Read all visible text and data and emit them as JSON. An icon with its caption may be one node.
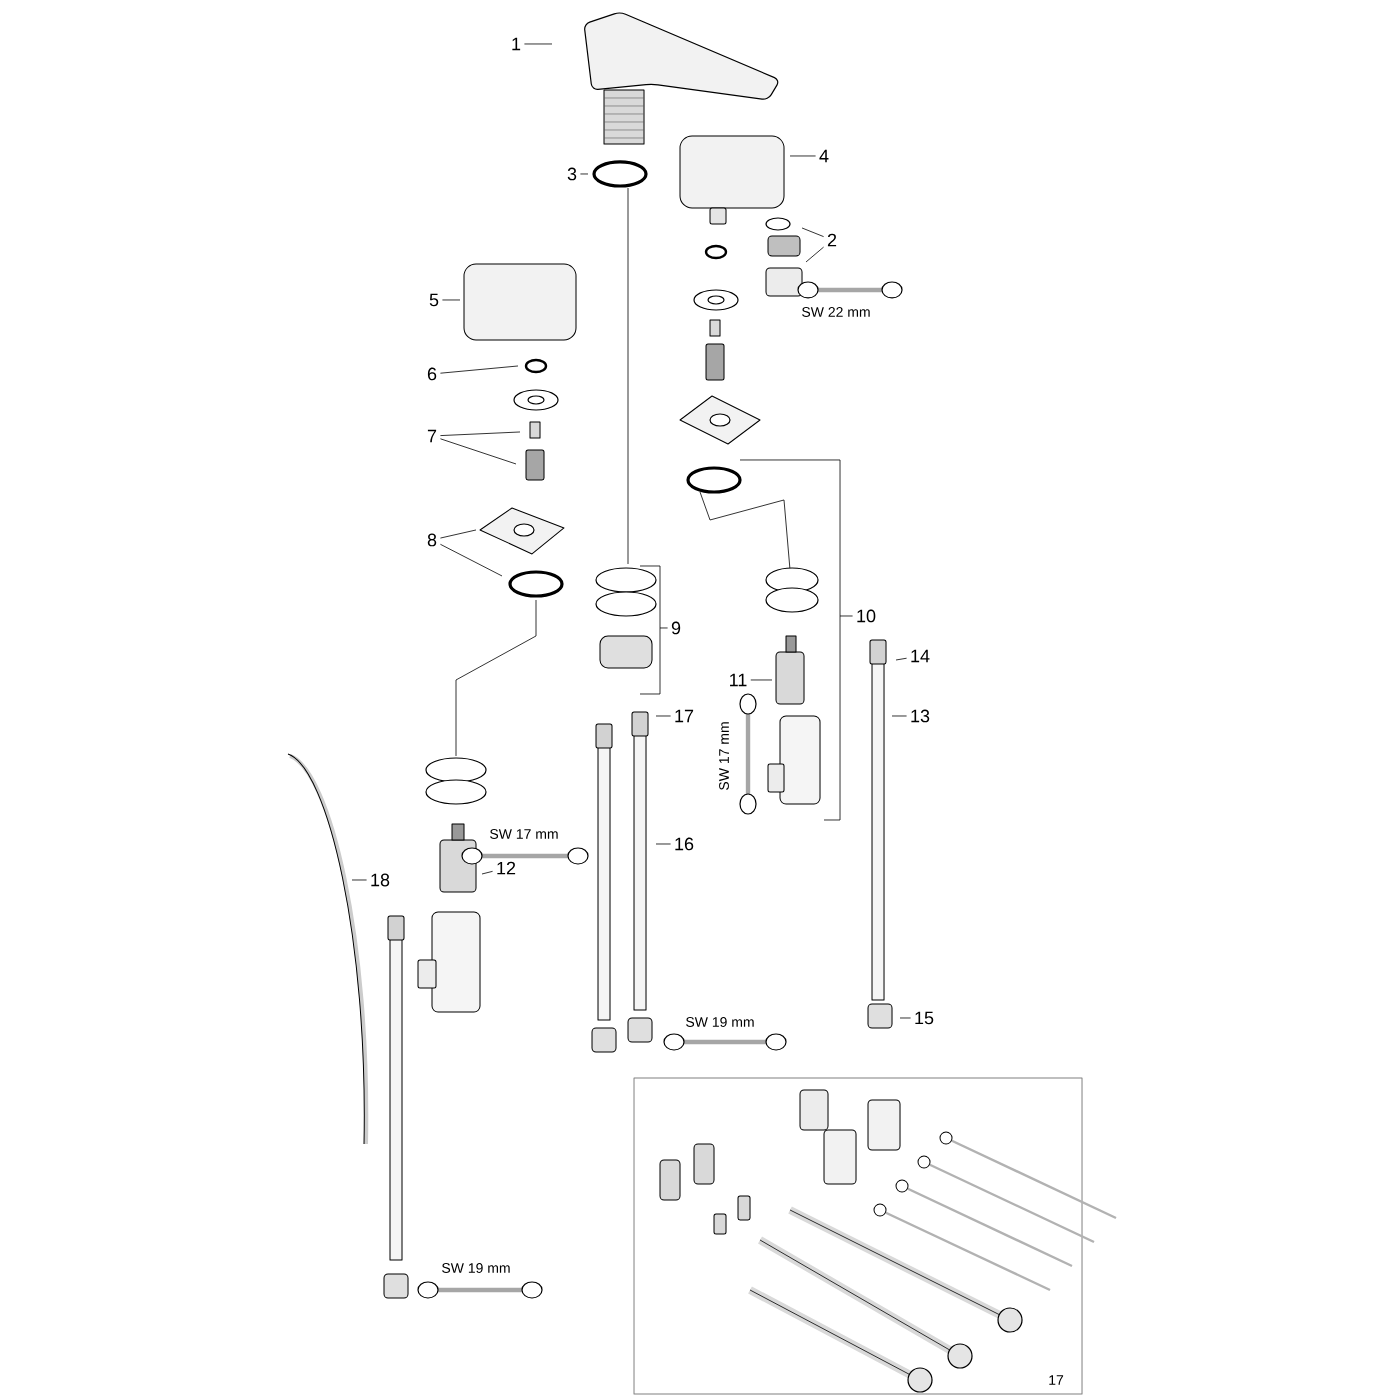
{
  "diagram": {
    "nodes": [
      {
        "text": [
          "1"
        ]
      },
      {
        "text": [
          "2"
        ]
      },
      {
        "text": [
          "3"
        ]
      },
      {
        "text": [
          "4"
        ]
      },
      {
        "text": [
          "5"
        ]
      },
      {
        "text": [
          "6"
        ]
      },
      {
        "text": [
          "7"
        ]
      },
      {
        "text": [
          "8"
        ]
      },
      {
        "text": [
          "9"
        ]
      },
      {
        "text": [
          "10"
        ]
      },
      {
        "text": [
          "11"
        ]
      },
      {
        "text": [
          "12"
        ]
      },
      {
        "text": [
          "13"
        ]
      },
      {
        "text": [
          "14"
        ]
      },
      {
        "text": [
          "15"
        ]
      },
      {
        "text": [
          "16"
        ]
      },
      {
        "text": [
          "17"
        ]
      },
      {
        "text": [
          "18"
        ]
      }
    ],
    "edges": [
      {
        "from": 0,
        "to": null,
        "arrow": "none"
      },
      {
        "from": 1,
        "to": null,
        "arrow": "none"
      },
      {
        "from": 1,
        "to": null,
        "arrow": "none"
      },
      {
        "from": 2,
        "to": null,
        "arrow": "none"
      },
      {
        "from": 3,
        "to": null,
        "arrow": "none"
      },
      {
        "from": 4,
        "to": null,
        "arrow": "none"
      },
      {
        "from": 5,
        "to": null,
        "arrow": "none"
      },
      {
        "from": 6,
        "to": null,
        "arrow": "none"
      },
      {
        "from": 6,
        "to": null,
        "arrow": "none"
      },
      {
        "from": 7,
        "to": null,
        "arrow": "none"
      },
      {
        "from": 7,
        "to": null,
        "arrow": "none"
      },
      {
        "from": 8,
        "to": null,
        "arrow": "none"
      },
      {
        "from": 9,
        "to": null,
        "arrow": "none"
      },
      {
        "from": 10,
        "to": null,
        "arrow": "none"
      },
      {
        "from": 11,
        "to": null,
        "arrow": "none"
      },
      {
        "from": 12,
        "to": null,
        "arrow": "none"
      },
      {
        "from": 13,
        "to": null,
        "arrow": "none"
      },
      {
        "from": 14,
        "to": null,
        "arrow": "none"
      },
      {
        "from": 15,
        "to": null,
        "arrow": "none"
      },
      {
        "from": 16,
        "to": null,
        "arrow": "none"
      },
      {
        "from": 17,
        "to": null,
        "arrow": "none"
      }
    ],
    "labels": [
      "SW 22 mm",
      "SW 17 mm",
      "SW 17 mm",
      "SW 19 mm",
      "SW 19 mm",
      "17"
    ]
  }
}
